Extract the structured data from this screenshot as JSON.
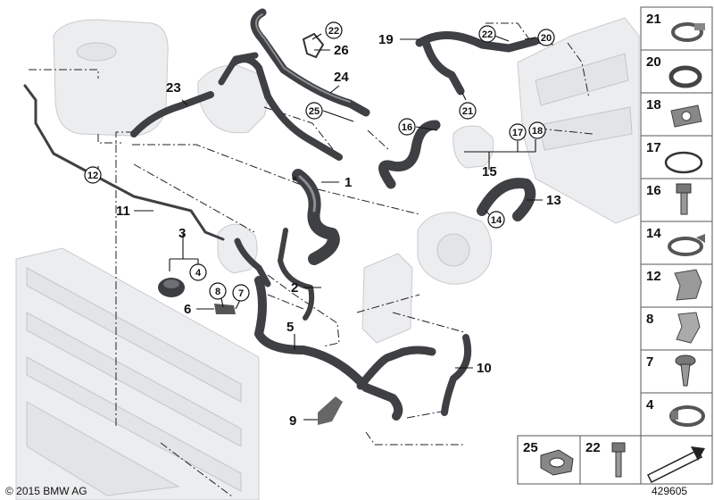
{
  "callouts": {
    "c1": "1",
    "c2": "2",
    "c3": "3",
    "c4": "4",
    "c5": "5",
    "c6": "6",
    "c7": "7",
    "c8": "8",
    "c9": "9",
    "c10": "10",
    "c11": "11",
    "c12": "12",
    "c13": "13",
    "c14": "14",
    "c15": "15",
    "c16": "16",
    "c17": "17",
    "c18": "18",
    "c19": "19",
    "c20": "20",
    "c21": "21",
    "c22": "22",
    "c22b": "22",
    "c23": "23",
    "c24": "24",
    "c25": "25",
    "c26": "26"
  },
  "parts_panel": [
    "21",
    "20",
    "18",
    "17",
    "16",
    "14",
    "12",
    "8",
    "7",
    "4"
  ],
  "bottom_panel": [
    "25",
    "22"
  ],
  "footer": {
    "copyright": "© 2015 BMW AG",
    "diagram_number": "429605"
  }
}
